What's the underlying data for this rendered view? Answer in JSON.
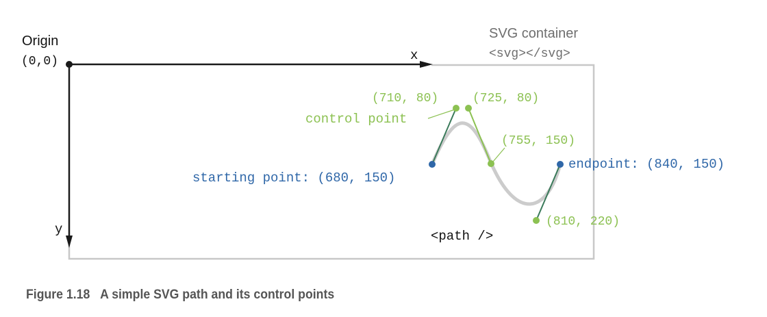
{
  "labels": {
    "origin_title": "Origin",
    "origin_coords": "(0,0)",
    "x_axis": "x",
    "y_axis": "y",
    "container_title": "SVG container",
    "container_tag": "<svg></svg>",
    "control_point_label": "control point",
    "cp1_coords": "(710, 80)",
    "cp2_coords": "(725, 80)",
    "mid_coords": "(755, 150)",
    "low_coords": "(810, 220)",
    "start_label": "starting point: (680, 150)",
    "end_label": "endpoint: (840, 150)",
    "path_tag": "<path />"
  },
  "caption": {
    "number": "Figure 1.18",
    "text": "A simple SVG path and its control points"
  },
  "colors": {
    "axis": "#1a1a1a",
    "container_border": "#c8c8c8",
    "container_title": "#6e6e6e",
    "path_curve": "#cccccc",
    "control_green": "#8cc152",
    "point_blue": "#2f67a8",
    "caption": "#555555"
  }
}
